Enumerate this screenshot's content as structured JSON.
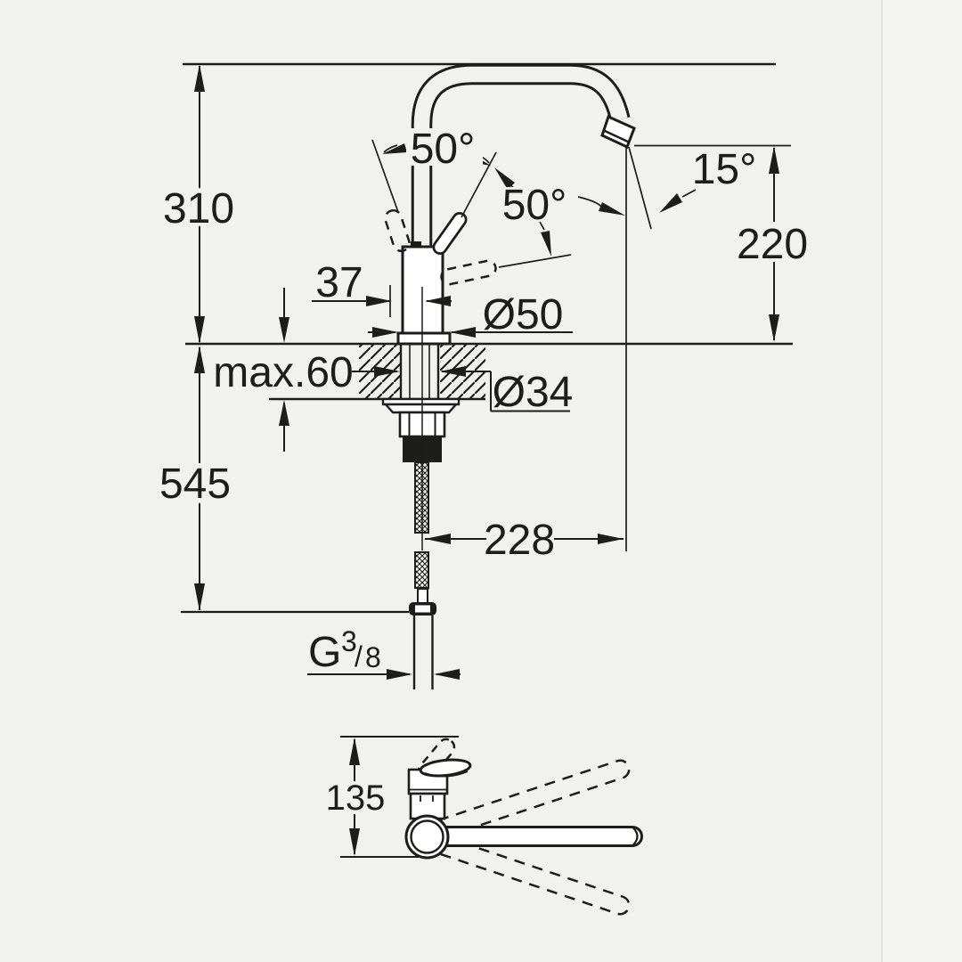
{
  "drawing": {
    "background": "#f1f1f0",
    "ink": "#1d1d1b",
    "shape_fill": "#ffffff"
  },
  "front_view": {
    "title": "faucet-side-elevation",
    "labels": {
      "height_above_counter": "310",
      "spout_height": "220",
      "spout_angle": "15°",
      "handle_swing_up": "50°",
      "handle_swing_forward": "50°",
      "handle_offset": "37",
      "base_diameter": "Ø50",
      "max_counter_thickness": "max.60",
      "mounting_hole_diameter": "Ø34",
      "height_below_counter": "545",
      "spout_reach": "228",
      "thread_letter": "G",
      "thread_numerator": "3",
      "thread_slash": "/",
      "thread_denominator": "8"
    }
  },
  "top_view": {
    "title": "faucet-plan-view",
    "labels": {
      "body_depth": "135"
    }
  }
}
